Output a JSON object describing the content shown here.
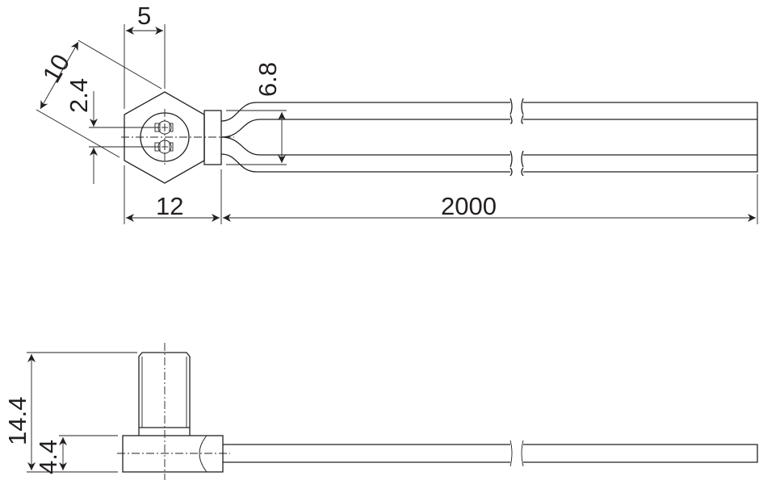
{
  "dimensions": {
    "hex_half_width": "5",
    "across_corners": "10",
    "pin_spacing": "2.4",
    "cable_spacing": "6.8",
    "body_width": "12",
    "cable_length": "2000",
    "total_height": "14.4",
    "base_height": "4.4"
  }
}
